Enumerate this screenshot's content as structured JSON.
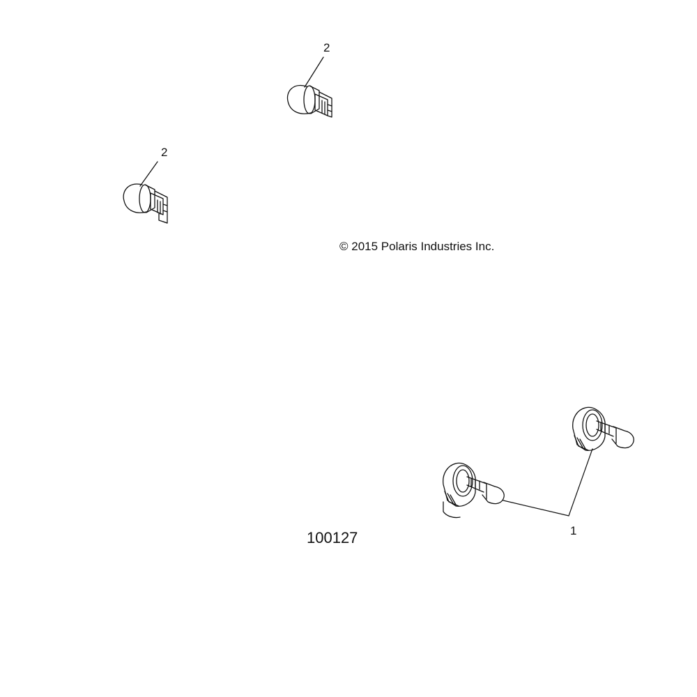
{
  "callouts": {
    "bulb_2_upper": "2",
    "bulb_2_lower": "2",
    "bulb_1": "1"
  },
  "copyright": "© 2015 Polaris Industries Inc.",
  "figure_id": "100127",
  "colors": {
    "line": "#111111",
    "background": "#ffffff"
  }
}
